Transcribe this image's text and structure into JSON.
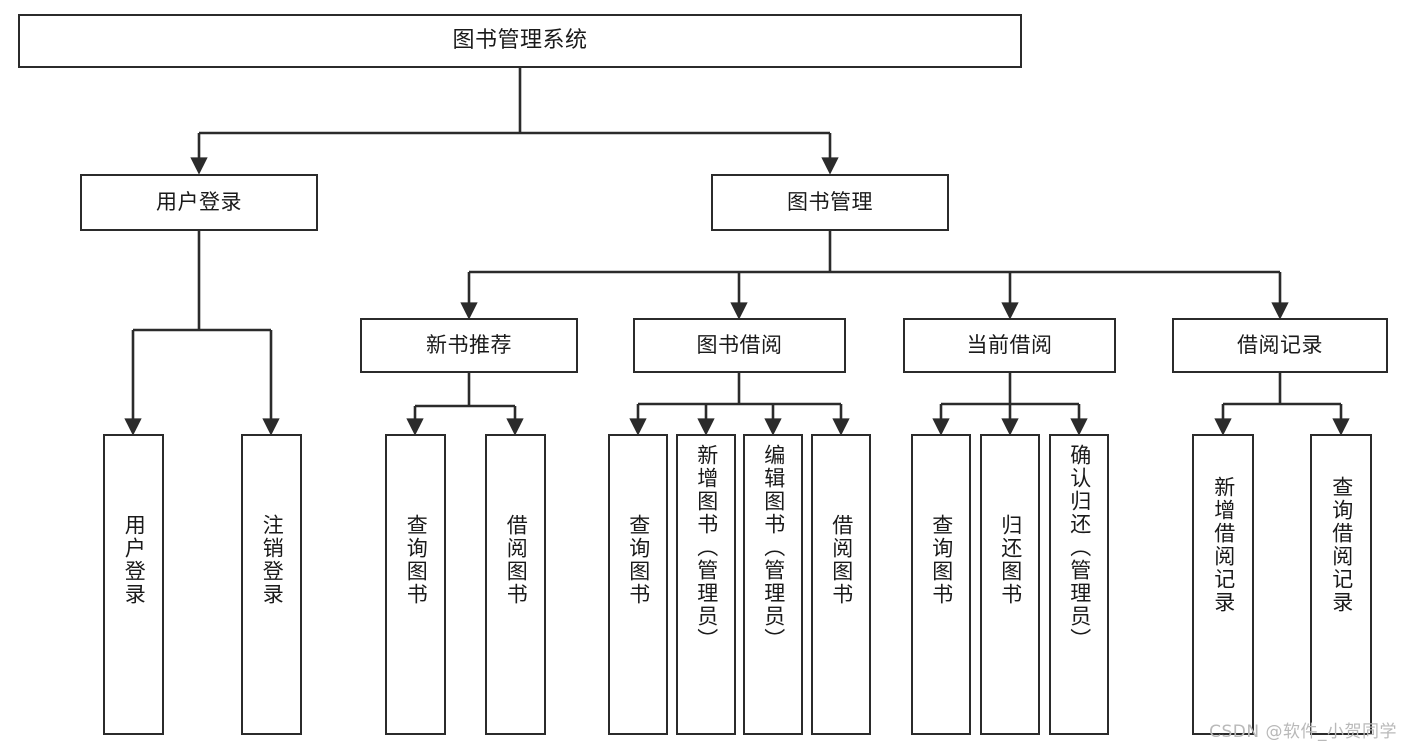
{
  "diagram": {
    "title": "图书管理系统",
    "watermark": "CSDN @软件_小贺同学",
    "colors": {
      "stroke": "#2b2b2b",
      "fill": "#ffffff",
      "text": "#1a1a1a",
      "watermark": "#b9b9b9"
    },
    "nodes": {
      "root": {
        "label": "图书管理系统",
        "orientation": "horizontal",
        "level": 1
      },
      "user_login": {
        "label": "用户登录",
        "orientation": "horizontal",
        "level": 2
      },
      "book_manage": {
        "label": "图书管理",
        "orientation": "horizontal",
        "level": 2
      },
      "new_book_rec": {
        "label": "新书推荐",
        "orientation": "horizontal",
        "level": 3
      },
      "book_borrow": {
        "label": "图书借阅",
        "orientation": "horizontal",
        "level": 3
      },
      "current_borrow": {
        "label": "当前借阅",
        "orientation": "horizontal",
        "level": 3
      },
      "borrow_record": {
        "label": "借阅记录",
        "orientation": "horizontal",
        "level": 3
      },
      "leaf_user_login": {
        "label": "用户登录",
        "orientation": "vertical",
        "level": 4
      },
      "leaf_logout": {
        "label": "注销登录",
        "orientation": "vertical",
        "level": 4
      },
      "leaf_query_book_1": {
        "label": "查询图书",
        "orientation": "vertical",
        "level": 4
      },
      "leaf_borrow_book_1": {
        "label": "借阅图书",
        "orientation": "vertical",
        "level": 4
      },
      "leaf_query_book_2": {
        "label": "查询图书",
        "orientation": "vertical",
        "level": 4
      },
      "leaf_add_book": {
        "label": "新增图书（管理员）",
        "orientation": "vertical",
        "level": 4
      },
      "leaf_edit_book": {
        "label": "编辑图书（管理员）",
        "orientation": "vertical",
        "level": 4
      },
      "leaf_borrow_book_2": {
        "label": "借阅图书",
        "orientation": "vertical",
        "level": 4
      },
      "leaf_query_book_3": {
        "label": "查询图书",
        "orientation": "vertical",
        "level": 4
      },
      "leaf_return_book": {
        "label": "归还图书",
        "orientation": "vertical",
        "level": 4
      },
      "leaf_confirm_return": {
        "label": "确认归还（管理员）",
        "orientation": "vertical",
        "level": 4
      },
      "leaf_add_record": {
        "label": "新增借阅记录",
        "orientation": "vertical",
        "level": 4
      },
      "leaf_query_record": {
        "label": "查询借阅记录",
        "orientation": "vertical",
        "level": 4
      }
    },
    "edges": [
      {
        "from": "root",
        "to": "user_login"
      },
      {
        "from": "root",
        "to": "book_manage"
      },
      {
        "from": "user_login",
        "to": "leaf_user_login"
      },
      {
        "from": "user_login",
        "to": "leaf_logout"
      },
      {
        "from": "book_manage",
        "to": "new_book_rec"
      },
      {
        "from": "book_manage",
        "to": "book_borrow"
      },
      {
        "from": "book_manage",
        "to": "current_borrow"
      },
      {
        "from": "book_manage",
        "to": "borrow_record"
      },
      {
        "from": "new_book_rec",
        "to": "leaf_query_book_1"
      },
      {
        "from": "new_book_rec",
        "to": "leaf_borrow_book_1"
      },
      {
        "from": "book_borrow",
        "to": "leaf_query_book_2"
      },
      {
        "from": "book_borrow",
        "to": "leaf_add_book"
      },
      {
        "from": "book_borrow",
        "to": "leaf_edit_book"
      },
      {
        "from": "book_borrow",
        "to": "leaf_borrow_book_2"
      },
      {
        "from": "current_borrow",
        "to": "leaf_query_book_3"
      },
      {
        "from": "current_borrow",
        "to": "leaf_return_book"
      },
      {
        "from": "current_borrow",
        "to": "leaf_confirm_return"
      },
      {
        "from": "borrow_record",
        "to": "leaf_add_record"
      },
      {
        "from": "borrow_record",
        "to": "leaf_query_record"
      }
    ]
  }
}
